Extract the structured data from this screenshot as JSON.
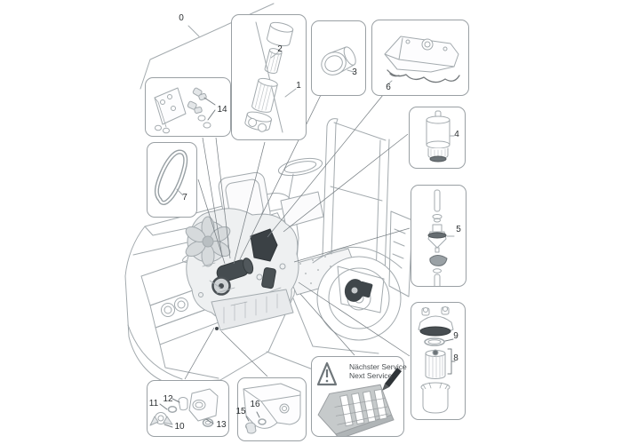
{
  "callouts": {
    "c0": "0",
    "c1": "1",
    "c2": "2",
    "c3": "3",
    "c4": "4",
    "c5": "5",
    "c6": "6",
    "c7": "7",
    "c8": "8",
    "c9": "9",
    "c10": "10",
    "c11": "11",
    "c12": "12",
    "c13": "13",
    "c14": "14",
    "c15": "15",
    "c16": "16"
  },
  "service_box": {
    "line1": "Nächster Service",
    "line2": "Next Service",
    "warning_icon": "warning-triangle-icon",
    "pen_icon": "marker-pen-icon",
    "sticker_icon": "service-sticker"
  },
  "colors": {
    "line": "#a3aaae",
    "leader": "#798085",
    "box_border": "#9aa0a4",
    "dark_part": "#3f464a",
    "text": "#2b2f31"
  }
}
